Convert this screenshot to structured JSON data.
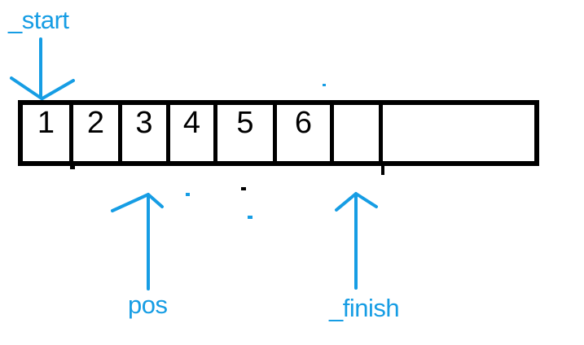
{
  "colors": {
    "accent_blue": "#169de4",
    "line_black": "#000000"
  },
  "labels": {
    "start": "_start",
    "pos": "pos",
    "finish": "_finish"
  },
  "array": {
    "cells": [
      "1",
      "2",
      "3",
      "4",
      "5",
      "6",
      "",
      ""
    ]
  },
  "arrows": [
    {
      "label": "_start",
      "direction": "down",
      "points_to": "cell-1"
    },
    {
      "label": "pos",
      "direction": "up",
      "points_to": "cell-3"
    },
    {
      "label": "_finish",
      "direction": "up",
      "points_to": "first-empty-cell"
    }
  ]
}
